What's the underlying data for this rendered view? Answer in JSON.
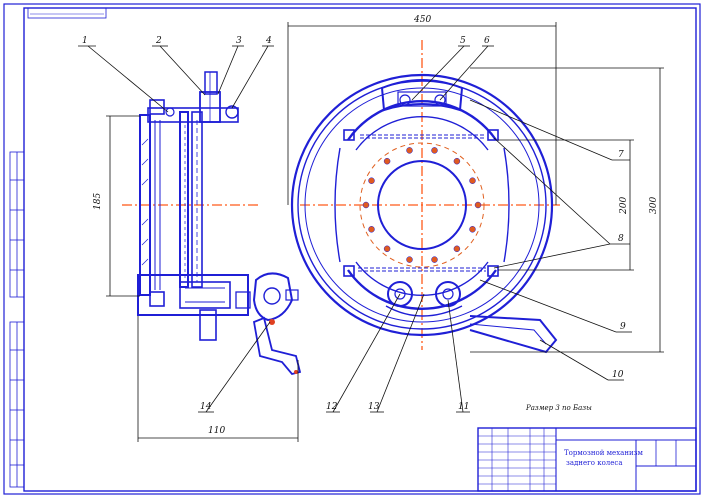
{
  "drawing": {
    "title_top_strip": "",
    "scale_note": "Размер 3 по Базы",
    "callouts": [
      "1",
      "2",
      "3",
      "4",
      "5",
      "6",
      "7",
      "8",
      "9",
      "10",
      "11",
      "12",
      "13",
      "14"
    ],
    "dimensions": {
      "top": "450",
      "left_height": "185",
      "bottom": "110",
      "right_a": "200",
      "right_b": "300"
    },
    "title_block": {
      "doc_code": "",
      "name_line1": "Тормозной механизм",
      "name_line2": "заднего колеса",
      "sheet": "",
      "sheets": ""
    },
    "colors": {
      "line": "#1f1fd6",
      "axis": "#ff5a1a",
      "dim": "#111111"
    }
  }
}
